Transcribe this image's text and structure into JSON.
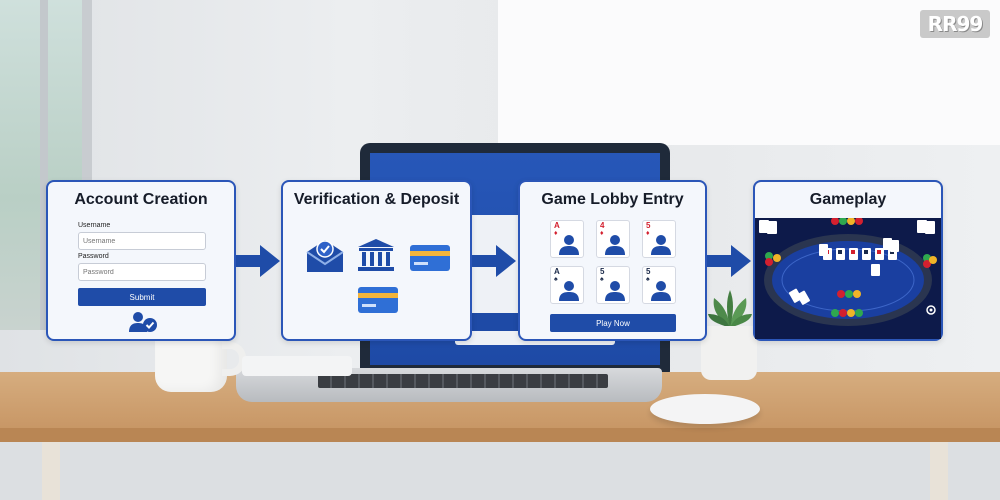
{
  "logo": {
    "text": "RR99"
  },
  "steps": [
    {
      "title": "Account Creation",
      "username_label": "Username",
      "username_placeholder": "Username",
      "password_label": "Password",
      "password_placeholder": "Password",
      "submit_label": "Submit",
      "icon": "user-check-icon"
    },
    {
      "title": "Verification & Deposit",
      "icons": [
        "envelope-check-icon",
        "bank-icon",
        "credit-card-icon",
        "credit-card-icon"
      ]
    },
    {
      "title": "Game Lobby Entry",
      "cards": [
        {
          "rank": "A",
          "suit": "♦",
          "color": "#d3202f"
        },
        {
          "rank": "4",
          "suit": "♦",
          "color": "#d3202f"
        },
        {
          "rank": "5",
          "suit": "♦",
          "color": "#d3202f"
        },
        {
          "rank": "A",
          "suit": "♠",
          "color": "#1b2a4a"
        },
        {
          "rank": "5",
          "suit": "♠",
          "color": "#1b2a4a"
        },
        {
          "rank": "5",
          "suit": "♠",
          "color": "#1b2a4a"
        }
      ],
      "button_label": "Play Now"
    },
    {
      "title": "Gameplay"
    }
  ],
  "laptop": {
    "submit_label": "Submit"
  },
  "colors": {
    "brand": "#1f4ca8",
    "border": "#2b56b8",
    "felt": "#1a3fa0",
    "dark": "#0d1a4a"
  }
}
